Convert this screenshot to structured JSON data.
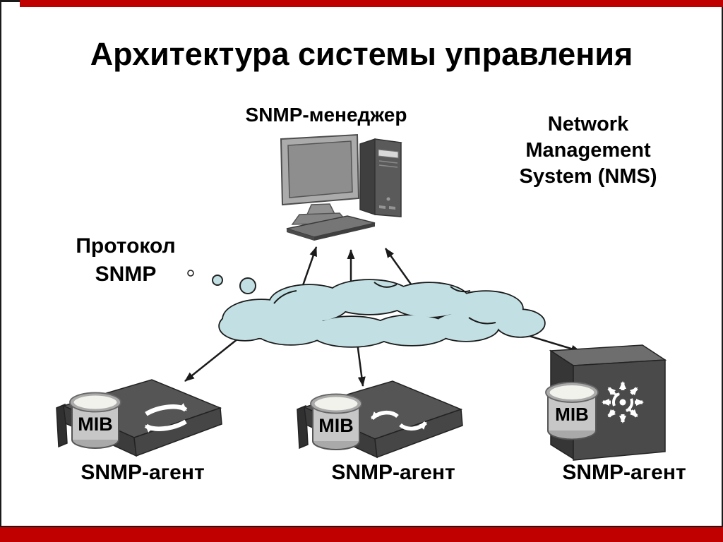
{
  "slide": {
    "title": "Архитектура системы управления",
    "accent_color": "#c00000",
    "border_color": "#1a1a1a",
    "background_color": "#ffffff"
  },
  "diagram": {
    "manager": {
      "label": "SNMP-менеджер"
    },
    "nms": {
      "line1": "Network",
      "line2": "Management",
      "line3": "System (NMS)"
    },
    "protocol": {
      "line1": "Протокол",
      "line2": "SNMP"
    },
    "cloud_color": "#c2e0e3",
    "device_color": "#555555",
    "agents": [
      {
        "mib": "MIB",
        "label": "SNMP-агент",
        "icon": "loop-arrows-icon"
      },
      {
        "mib": "MIB",
        "label": "SNMP-агент",
        "icon": "exchange-arrows-icon"
      },
      {
        "mib": "MIB",
        "label": "SNMP-агент",
        "icon": "broadcast-arrows-icon"
      }
    ]
  }
}
